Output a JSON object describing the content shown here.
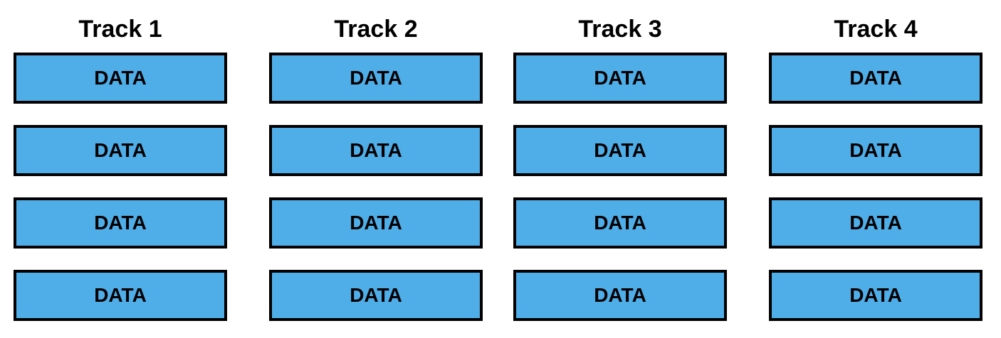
{
  "colors": {
    "block_fill": "#4fade8",
    "block_border": "#000000",
    "text": "#000000",
    "background": "#ffffff"
  },
  "tracks": [
    {
      "title": "Track 1",
      "blocks": [
        "DATA",
        "DATA",
        "DATA",
        "DATA"
      ]
    },
    {
      "title": "Track 2",
      "blocks": [
        "DATA",
        "DATA",
        "DATA",
        "DATA"
      ]
    },
    {
      "title": "Track 3",
      "blocks": [
        "DATA",
        "DATA",
        "DATA",
        "DATA"
      ]
    },
    {
      "title": "Track 4",
      "blocks": [
        "DATA",
        "DATA",
        "DATA",
        "DATA"
      ]
    }
  ]
}
